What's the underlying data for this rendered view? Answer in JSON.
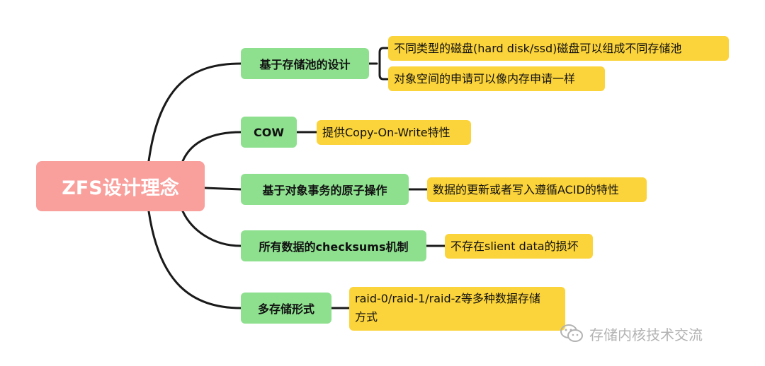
{
  "root": {
    "label": "ZFS设计理念"
  },
  "branches": [
    {
      "label": "基于存储池的设计",
      "details": [
        "不同类型的磁盘(hard disk/ssd)磁盘可以组成不同存储池",
        "对象空间的申请可以像内存申请一样"
      ]
    },
    {
      "label": "COW",
      "details": [
        "提供Copy-On-Write特性"
      ]
    },
    {
      "label": "基于对象事务的原子操作",
      "details": [
        "数据的更新或者写入遵循ACID的特性"
      ]
    },
    {
      "label": "所有数据的checksums机制",
      "details": [
        "不存在slient data的损坏"
      ]
    },
    {
      "label": "多存储形式",
      "details": [
        "raid-0/raid-1/raid-z等多种数据存储",
        "方式"
      ]
    }
  ],
  "watermark": {
    "label": "存储内核技术交流",
    "icon": "wechat-icon"
  },
  "colors": {
    "root": "#f99f9c",
    "branch": "#8ee08f",
    "leaf": "#fbd33a",
    "connector": "#1a1a1a",
    "watermark": "#b3b3b3"
  }
}
